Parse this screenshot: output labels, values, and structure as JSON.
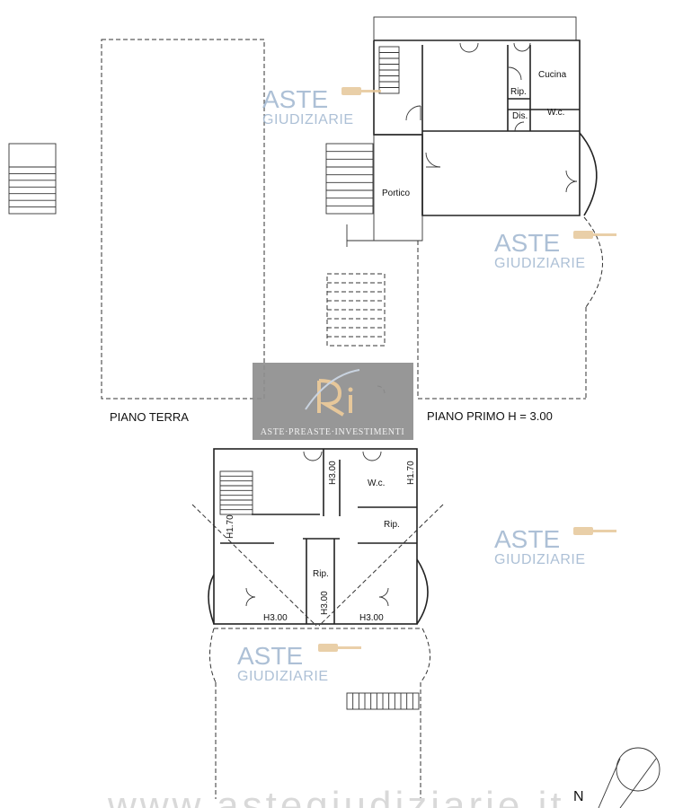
{
  "labels": {
    "piano_terra": "PIANO TERRA",
    "piano_primo": "PIANO PRIMO H = 3.00",
    "cucina": "Cucina",
    "rip_top": "Rip.",
    "dis": "Dis.",
    "wc_top": "W.c.",
    "portico": "Portico",
    "h300_top": "H3.00",
    "h170_right": "H1.70",
    "wc_bottom": "W.c.",
    "rip_bottom_right": "Rip.",
    "h170_left": "H1.70",
    "rip_bottom_center": "Rip.",
    "h300_center": "H3.00",
    "h300_left": "H3.00",
    "h300_right": "H3.00",
    "north": "N"
  },
  "watermarks": {
    "aste": "ASTE",
    "giudiziarie": "GIUDIZIARIE",
    "logo_caption": "ASTE·PREASTE·INVESTIMENTI",
    "footer_url": "www.astegiudiziarie.it"
  },
  "colors": {
    "watermark": "#9fb6cf",
    "logo_box": "#8e8e8e",
    "gavel": "#e6c79a"
  }
}
